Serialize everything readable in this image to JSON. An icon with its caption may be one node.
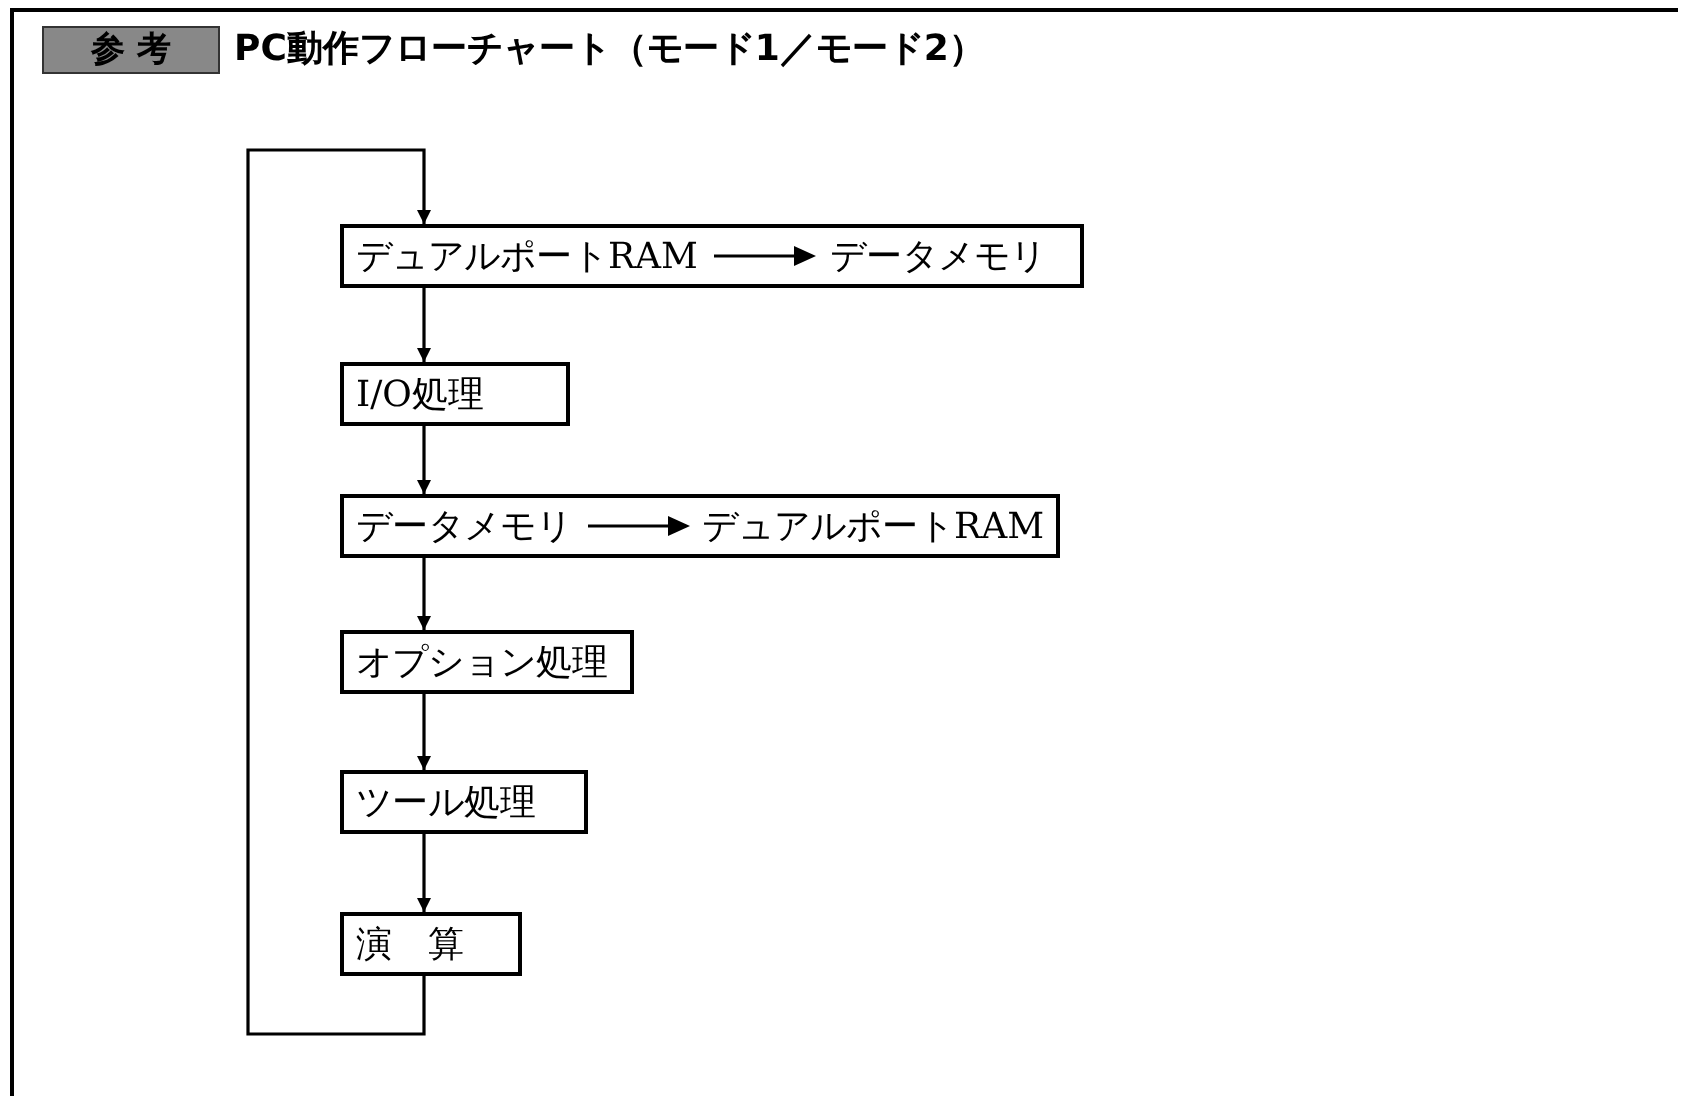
{
  "diagram": {
    "title": "PC動作フローチャート（モード1／モード2）",
    "nodes": [
      {
        "text": [
          "デュアルポートRAM",
          "データメモリ"
        ]
      },
      {
        "text": [
          "I/O処理"
        ]
      },
      {
        "text": [
          "データメモリ",
          "デュアルポートRAM"
        ]
      },
      {
        "text": [
          "オプション処理"
        ]
      },
      {
        "text": [
          "ツール処理"
        ]
      },
      {
        "text": [
          "演　算"
        ]
      }
    ],
    "edges": [
      {
        "from": 0,
        "to": 1,
        "arrow": "to"
      },
      {
        "from": 1,
        "to": 2,
        "arrow": "to"
      },
      {
        "from": 2,
        "to": 3,
        "arrow": "to"
      },
      {
        "from": 3,
        "to": 4,
        "arrow": "to"
      },
      {
        "from": 4,
        "to": 5,
        "arrow": "to"
      },
      {
        "from": 5,
        "to": 0,
        "arrow": "to"
      }
    ],
    "labels": [
      "参 考"
    ]
  }
}
